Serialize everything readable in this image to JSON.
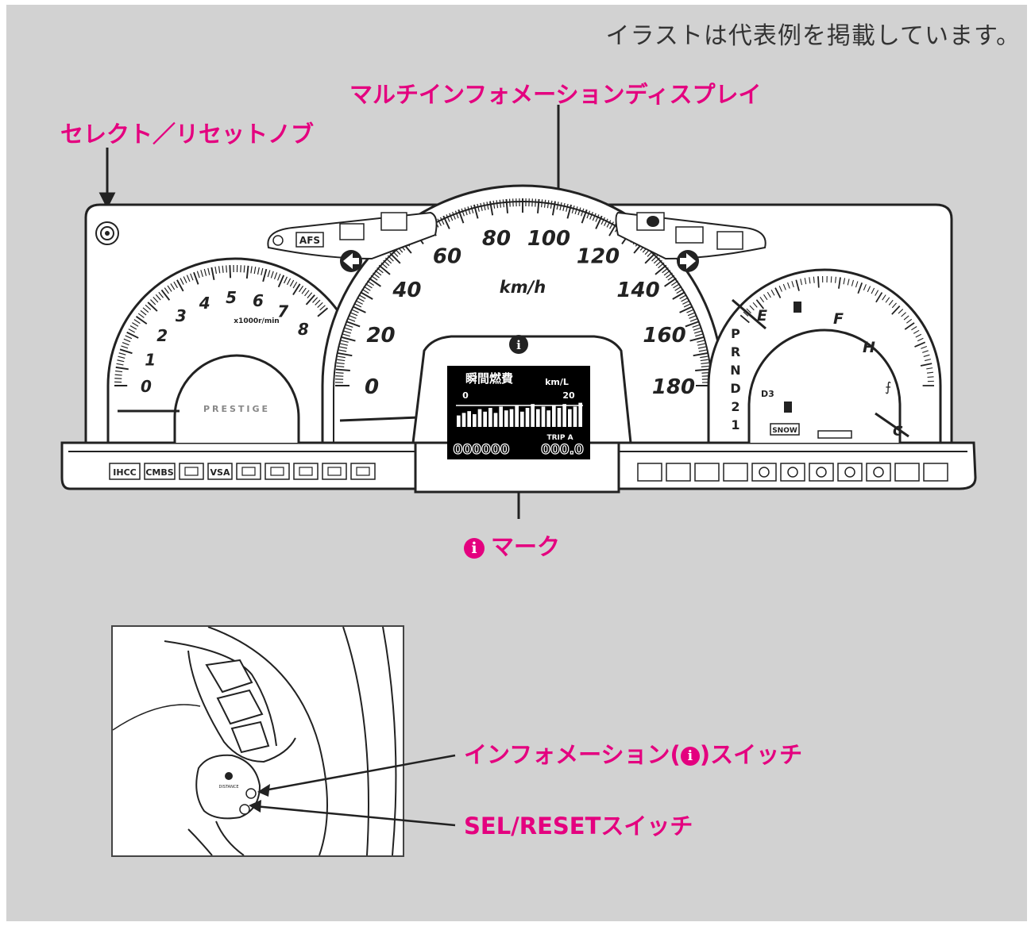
{
  "note": "イラストは代表例を掲載しています。",
  "callouts": {
    "multi_info_display": "マルチインフォメーションディスプレイ",
    "select_reset_knob": "セレクト／リセットノブ",
    "info_mark": "マーク",
    "info_switch": "インフォメーション(",
    "info_switch_tail": ")スイッチ",
    "sel_reset_switch": "SEL/RESETスイッチ"
  },
  "tachometer": {
    "labels": [
      "0",
      "1",
      "2",
      "3",
      "4",
      "5",
      "6",
      "7",
      "8"
    ],
    "unit": "x1000r/min",
    "logo": "PRESTIGE"
  },
  "speedometer": {
    "labels": [
      "0",
      "20",
      "40",
      "60",
      "80",
      "100",
      "120",
      "140",
      "160",
      "180"
    ],
    "unit": "km/h"
  },
  "fuel_temp_gauge": {
    "fuel_labels": [
      "E",
      "F"
    ],
    "temp_labels": [
      "H",
      "C"
    ],
    "gear_positions": [
      "P",
      "R",
      "N",
      "D",
      "2",
      "1"
    ],
    "d3_label": "D3",
    "snow_label": "SNOW"
  },
  "display": {
    "title": "瞬間燃費",
    "unit": "km/L",
    "scale_min": "0",
    "scale_max": "20",
    "trip_label": "TRIP A",
    "odometer": "000000",
    "trip_value": "000.0",
    "bar_levels": [
      0.45,
      0.55,
      0.62,
      0.5,
      0.7,
      0.6,
      0.75,
      0.55,
      0.8,
      0.65,
      0.7,
      0.85,
      0.6,
      0.75,
      0.9,
      0.7,
      0.8,
      0.65,
      0.85,
      0.75,
      0.9,
      0.7,
      0.8,
      0.95
    ]
  },
  "top_indicators": {
    "afs": "AFS"
  },
  "warning_lights_left": [
    "IHCC",
    "CMBS",
    "",
    "VSA",
    "",
    "",
    "",
    "",
    ""
  ],
  "steering_switch_label": "DISTANCE"
}
